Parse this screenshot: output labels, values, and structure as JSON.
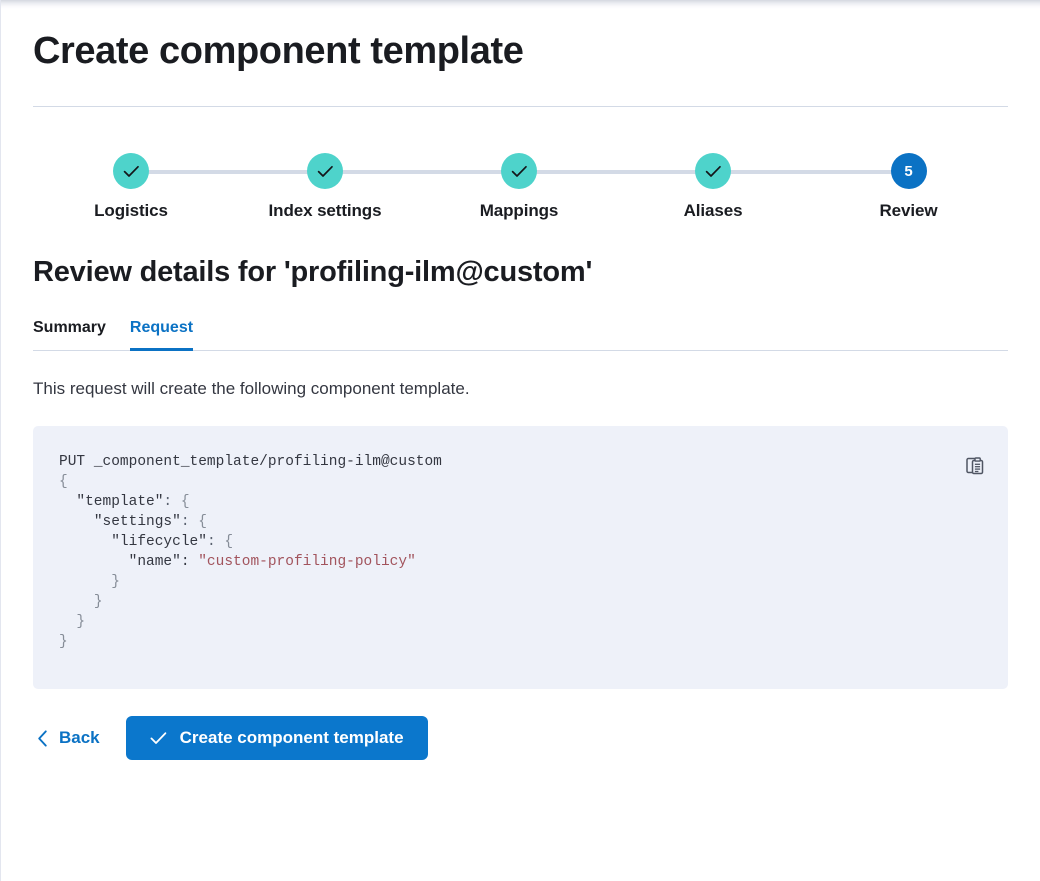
{
  "page": {
    "title": "Create component template"
  },
  "stepper": {
    "steps": [
      {
        "label": "Logistics",
        "state": "complete",
        "number": "1",
        "icon": "check-icon"
      },
      {
        "label": "Index settings",
        "state": "complete",
        "number": "2",
        "icon": "check-icon"
      },
      {
        "label": "Mappings",
        "state": "complete",
        "number": "3",
        "icon": "check-icon"
      },
      {
        "label": "Aliases",
        "state": "complete",
        "number": "4",
        "icon": "check-icon"
      },
      {
        "label": "Review",
        "state": "current",
        "number": "5",
        "icon": ""
      }
    ]
  },
  "review": {
    "heading": "Review details for 'profiling-ilm@custom'",
    "tabs": [
      {
        "label": "Summary",
        "active": false
      },
      {
        "label": "Request",
        "active": true
      }
    ],
    "description": "This request will create the following component template.",
    "request": {
      "method": "PUT",
      "path": "_component_template/profiling-ilm@custom",
      "body_lines": [
        "{",
        "  \"template\": {",
        "    \"settings\": {",
        "      \"lifecycle\": {",
        "        \"name\": \"custom-profiling-policy\"",
        "      }",
        "    }",
        "  }",
        "}"
      ],
      "string_value": "custom-profiling-policy",
      "copy_label": "copy-icon"
    }
  },
  "actions": {
    "back_label": "Back",
    "create_label": "Create component template"
  },
  "colors": {
    "accent_blue": "#0b72c4",
    "button_blue": "#0b77cc",
    "complete_teal": "#4ed3cb",
    "connector_gray": "#d3dae6",
    "code_background": "#eef1f9",
    "code_string": "#a2545d"
  }
}
